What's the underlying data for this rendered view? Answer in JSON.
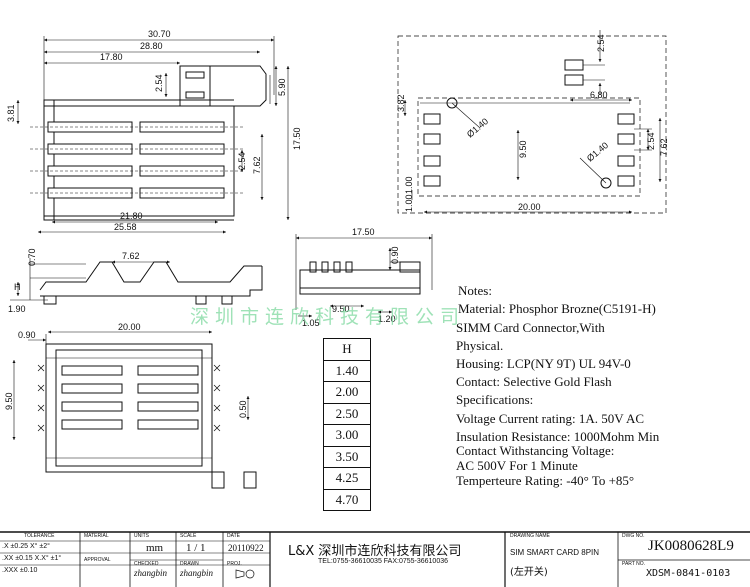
{
  "dimensions": {
    "top_view": [
      "30.70",
      "28.80",
      "17.80",
      "2.54",
      "5.90",
      "3.81",
      "17.50",
      "2.54",
      "7.62",
      "21.80",
      "25.58"
    ],
    "right_top_view": [
      "2.54",
      "3.82",
      "6.80",
      "Ø1.40",
      "9.50",
      "Ø1.40",
      "2.54",
      "7.62",
      "1.00",
      "1.00",
      "20.00"
    ],
    "side_view": [
      "0.70",
      "7.62",
      "H",
      "1.90"
    ],
    "end_view": [
      "17.50",
      "0.90",
      "9.50",
      "1.05",
      "1.20"
    ],
    "bottom_view": [
      "0.90",
      "20.00",
      "9.50",
      "0.50"
    ]
  },
  "height_table": {
    "header": "H",
    "values": [
      "1.40",
      "2.00",
      "2.50",
      "3.00",
      "3.50",
      "4.25",
      "4.70"
    ]
  },
  "notes": {
    "lines": [
      "Notes:",
      "Material: Phosphor Brozne(C5191-H)",
      "SIMM Card Connector,With",
      " Physical.",
      "Housing: LCP(NY 9T) UL 94V-0",
      "Contact: Selective Gold Flash",
      "Specifications:",
      "Voltage Current rating: 1A. 50V AC",
      "Insulation Resistance: 1000Mohm Min",
      "Contact Withstancing Voltage:",
      "AC 500V For 1 Minute",
      "Temperteure Rating: -40° To +85°"
    ]
  },
  "watermark": "深圳市连欣科技有限公司",
  "title_block": {
    "tolerance_label": "TOLERANCE",
    "tol_rows": [
      ".X  ±0.25   X°  ±2°",
      ".XX  ±0.15   X.X°  ±1°",
      ".XXX  ±0.10"
    ],
    "material_label": "MATERIAL",
    "approval_label": "APPROVAL",
    "units_label": "UNITS",
    "units": "mm",
    "scale_label": "SCALE",
    "scale": "1 / 1",
    "date_label": "DATE",
    "date": "20110922",
    "checked_label": "CHECKED",
    "checked": "zhangbin",
    "drawn_label": "DRAWN",
    "drawn": "zhangbin",
    "proj_label": "PROJ.",
    "company": "L&X  深圳市连欣科技有限公司",
    "tel": "TEL:0755-36610035   FAX:0755-36610036",
    "drawing_name_label": "DRAWING NAME",
    "drawing_name": "SIM SMART CARD 8PIN",
    "drawing_name_cn": "(左开关)",
    "dwg_no_label": "DWG NO.",
    "dwg_no": "JK0080628L9",
    "part_label": "PART NO.",
    "part_no": "XDSM-0841-0103"
  }
}
